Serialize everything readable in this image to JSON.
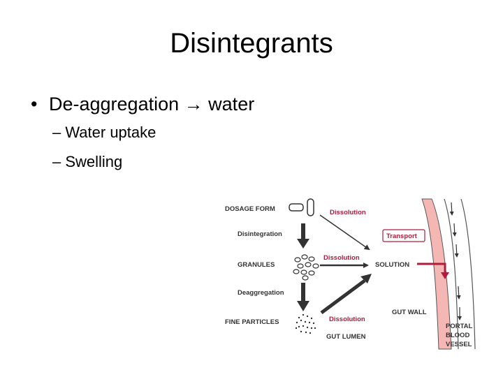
{
  "slide": {
    "title": "Disintegrants",
    "bullet": {
      "marker": "•",
      "text_before": "De-aggregation",
      "arrow": "→",
      "text_after": "water"
    },
    "sub_bullets": [
      "– Water uptake",
      "– Swelling"
    ]
  },
  "diagram": {
    "left_labels": {
      "dosage_form": "DOSAGE FORM",
      "disintegration": "Disintegration",
      "granules": "GRANULES",
      "deaggregation": "Deaggregation",
      "fine_particles": "FINE PARTICLES"
    },
    "dissolution_labels": [
      "Dissolution",
      "Dissolution",
      "Dissolution"
    ],
    "solution": "SOLUTION",
    "transport": "Transport",
    "gut_wall": "GUT WALL",
    "gut_lumen": "GUT LUMEN",
    "portal_blood_vessel": [
      "PORTAL",
      "BLOOD",
      "VESSEL"
    ],
    "colors": {
      "accent_red": "#b01c3c",
      "gut_wall_fill": "#f4b7b4",
      "arrow_dark": "#333333"
    }
  }
}
